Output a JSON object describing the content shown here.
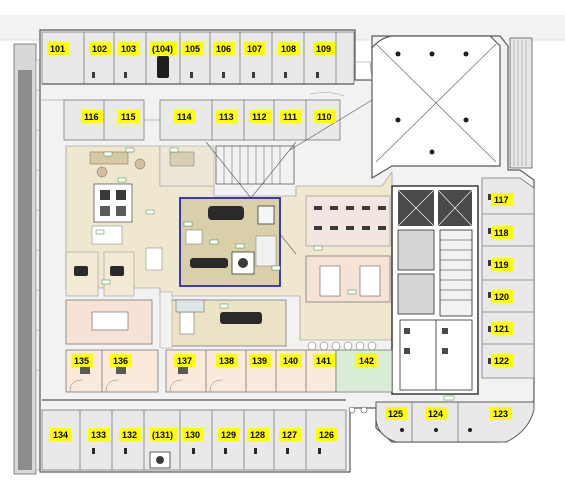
{
  "floor_plan": {
    "colors": {
      "room": "#e9e9e9",
      "corridor": "#f2f2f2",
      "label_highlight": "#ffff00",
      "wall": "#5a5a5a",
      "core": "#3a3a3a",
      "collab_zone": "#efe8cf",
      "warm_zone": "#f5ecd9",
      "meeting_room": "#f6e3d6",
      "green_room": "#d9ecd6",
      "selection_outline": "#2a2ab0",
      "top_bar": "#f2f2f2"
    },
    "rooms": [
      {
        "label": "101"
      },
      {
        "label": "102"
      },
      {
        "label": "103"
      },
      {
        "label": "(104)"
      },
      {
        "label": "105"
      },
      {
        "label": "106"
      },
      {
        "label": "107"
      },
      {
        "label": "108"
      },
      {
        "label": "109"
      },
      {
        "label": "116"
      },
      {
        "label": "115"
      },
      {
        "label": "114"
      },
      {
        "label": "113"
      },
      {
        "label": "112"
      },
      {
        "label": "111"
      },
      {
        "label": "110"
      },
      {
        "label": "117"
      },
      {
        "label": "118"
      },
      {
        "label": "119"
      },
      {
        "label": "120"
      },
      {
        "label": "121"
      },
      {
        "label": "122"
      },
      {
        "label": "123"
      },
      {
        "label": "124"
      },
      {
        "label": "125"
      },
      {
        "label": "135"
      },
      {
        "label": "136"
      },
      {
        "label": "137"
      },
      {
        "label": "138"
      },
      {
        "label": "139"
      },
      {
        "label": "140"
      },
      {
        "label": "141"
      },
      {
        "label": "142"
      },
      {
        "label": "134"
      },
      {
        "label": "133"
      },
      {
        "label": "132"
      },
      {
        "label": "(131)"
      },
      {
        "label": "130"
      },
      {
        "label": "129"
      },
      {
        "label": "128"
      },
      {
        "label": "127"
      },
      {
        "label": "126"
      }
    ]
  }
}
